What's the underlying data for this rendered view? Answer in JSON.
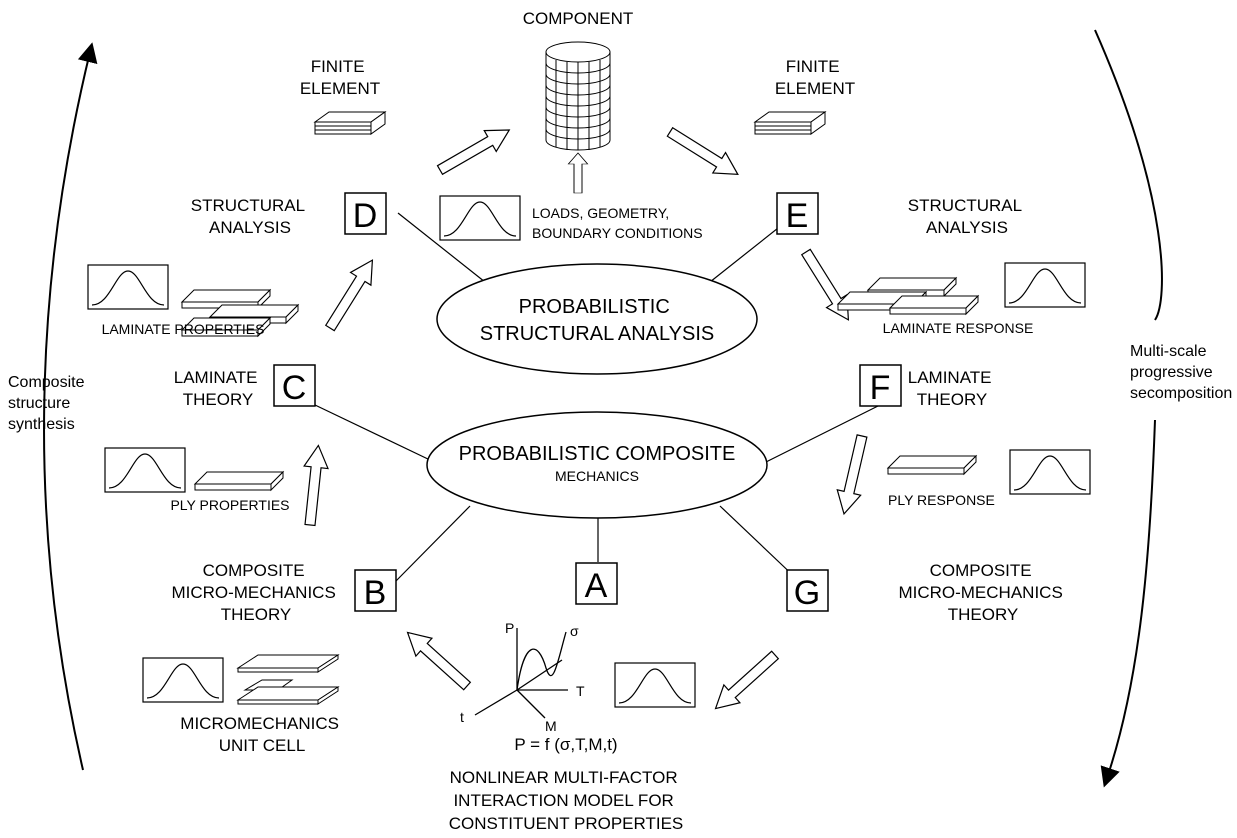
{
  "top": {
    "component": "COMPONENT",
    "finite_element_left": [
      "FINITE",
      "ELEMENT"
    ],
    "finite_element_right": [
      "FINITE",
      "ELEMENT"
    ],
    "loads": [
      "LOADS, GEOMETRY,",
      "BOUNDARY CONDITIONS"
    ]
  },
  "left": {
    "structural_analysis": [
      "STRUCTURAL",
      "ANALYSIS"
    ],
    "laminate_properties": "LAMINATE PROPERTIES",
    "laminate_theory": [
      "LAMINATE",
      "THEORY"
    ],
    "ply_properties": "PLY PROPERTIES",
    "micro_theory": [
      "COMPOSITE",
      "MICRO-MECHANICS",
      "THEORY"
    ],
    "unit_cell": [
      "MICROMECHANICS",
      "UNIT CELL"
    ]
  },
  "right": {
    "structural_analysis": [
      "STRUCTURAL",
      "ANALYSIS"
    ],
    "laminate_response": "LAMINATE RESPONSE",
    "laminate_theory": [
      "LAMINATE",
      "THEORY"
    ],
    "ply_response": "PLY RESPONSE",
    "micro_theory": [
      "COMPOSITE",
      "MICRO-MECHANICS",
      "THEORY"
    ]
  },
  "boxes": {
    "a": "A",
    "b": "B",
    "c": "C",
    "d": "D",
    "e": "E",
    "f": "F",
    "g": "G"
  },
  "center": {
    "structural": [
      "PROBABILISTIC",
      "STRUCTURAL ANALYSIS"
    ],
    "composite": [
      "PROBABILISTIC COMPOSITE",
      "MECHANICS"
    ]
  },
  "axes": {
    "p": "P",
    "sigma": "σ",
    "t_upper": "T",
    "t_lower": "t",
    "m": "M",
    "formula": "P = f (σ,T,M,t)"
  },
  "bottom": [
    "NONLINEAR MULTI-FACTOR",
    "INTERACTION MODEL FOR",
    "CONSTITUENT PROPERTIES"
  ],
  "sides": {
    "left": [
      "Composite",
      "structure",
      "synthesis"
    ],
    "right": [
      "Multi-scale",
      "progressive",
      "secomposition"
    ]
  }
}
